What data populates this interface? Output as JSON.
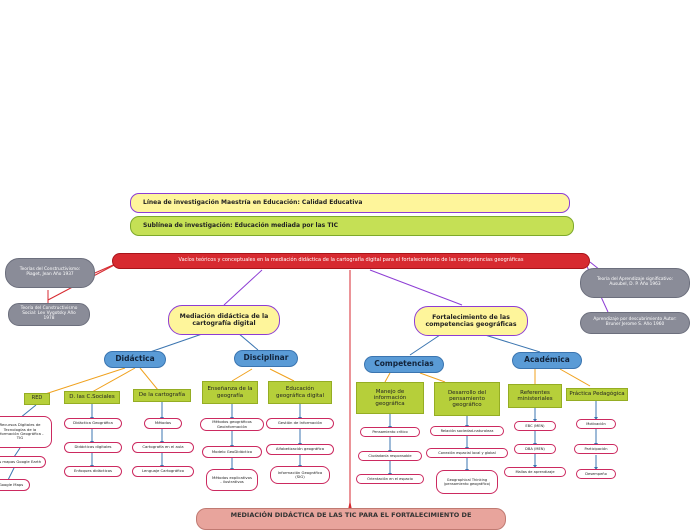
{
  "header": {
    "line1": "Línea de investigación Maestría en Educación: Calidad Educativa",
    "line2": "Sublínea de investigación: Educación mediada por las TIC"
  },
  "root": "Vacíos teóricos y conceptuales en la mediación didáctica de la cartografía digital para el fortalecimiento de las competencias geográficas",
  "left_refs": [
    "Teorías del Constructivismo: Piaget, Jean Año 1937",
    "Teoría del Constructivismo Social: Lev Vygotsky Año 1978"
  ],
  "right_refs": [
    "Teoría del Aprendizaje significativo: Ausubel, D. P. Año 1963",
    "Aprendizaje por descubrimiento Autor: Bruner Jerome S. Año 1960"
  ],
  "mediacion": "Mediación didáctica de la cartografía digital",
  "fortalecimiento": "Fortalecimiento de las competencias geográficas",
  "didactica": {
    "title": "Didáctica",
    "red": {
      "label": "RED",
      "items": [
        "Recursos Digitales de Tecnologías de la Información Geográfica - TIG",
        "Los mapas Google Earth",
        "Google Maps"
      ]
    },
    "sociales": {
      "label": "D. las C.Sociales",
      "items": [
        "Didáctica Geográfica",
        "Didácticas digitales",
        "Enfoques didácticos"
      ]
    },
    "cartografia": {
      "label": "De la cartografía",
      "items": [
        "Métodos",
        "Cartografía en el aula",
        "Lenguaje Cartográfico"
      ]
    }
  },
  "disciplinar": {
    "title": "Disciplinar",
    "ensenanza": {
      "label": "Enseñanza de la geografía",
      "items": [
        "Métodos geográficos Geoinformación",
        "Modelo GeoDidáctico",
        "Métodos explicativos - ilustrativos"
      ]
    },
    "educacion": {
      "label": "Educación geográfica digital",
      "items": [
        "Gestión de Información",
        "Alfabetización geográfica",
        "Información Geográfica (SIG)"
      ]
    }
  },
  "competencias": {
    "title": "Competencias",
    "manejo": {
      "label": "Manejo de información geográfica",
      "items": [
        "Pensamiento crítico",
        "Ciudadanía responsable",
        "Orientación en el espacio"
      ]
    },
    "desarrollo": {
      "label": "Desarrollo del pensamiento geográfico",
      "items": [
        "Relación sociedad-naturaleza",
        "Conexión espacial local y global",
        "Geographical Thinking (pensamiento geográfico)"
      ]
    }
  },
  "academica": {
    "title": "Académica",
    "referentes": {
      "label": "Referentes ministeriales",
      "items": [
        "EBC (MEN)",
        "DBA (MEN)",
        "Mallas de aprendizaje"
      ]
    },
    "practica": {
      "label": "Práctica Pedagógica",
      "items": [
        "Motivación",
        "Participación",
        "Desempeño"
      ]
    }
  },
  "footer": "MEDIACIÓN DIDÁCTICA DE LAS TIC PARA EL FORTALECIMIENTO DE",
  "colors": {
    "purple": "#8d3dd4",
    "red": "#d72a30",
    "blue": "#3b75b0",
    "orange": "#f0a11d",
    "pink": "#cc2a60",
    "lime": "#b6cf3a"
  }
}
